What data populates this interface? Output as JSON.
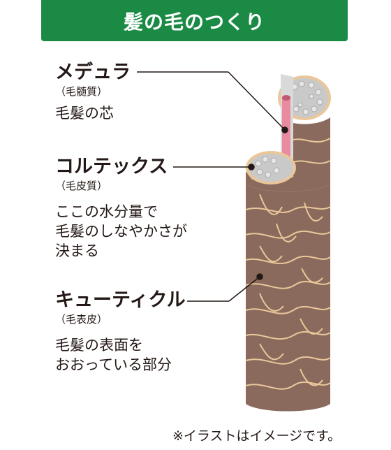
{
  "title": "髪の毛のつくり",
  "labels": [
    {
      "name": "メデュラ",
      "reading": "（毛髄質）",
      "desc": [
        "毛髪の芯"
      ]
    },
    {
      "name": "コルテックス",
      "reading": "（毛皮質）",
      "desc": [
        "ここの水分量で",
        "毛髪のしなやかさが",
        "決まる"
      ]
    },
    {
      "name": "キューティクル",
      "reading": "（毛表皮）",
      "desc": [
        "毛髪の表面を",
        "おおっている部分"
      ]
    }
  ],
  "note": "※イラストはイメージです。",
  "colors": {
    "banner": "#1b8a45",
    "cuticle": "#8a6a5c",
    "cuticle_edge": "#e9c79a",
    "cortex": "#c9c9c9",
    "medulla": "#e88aa0"
  }
}
